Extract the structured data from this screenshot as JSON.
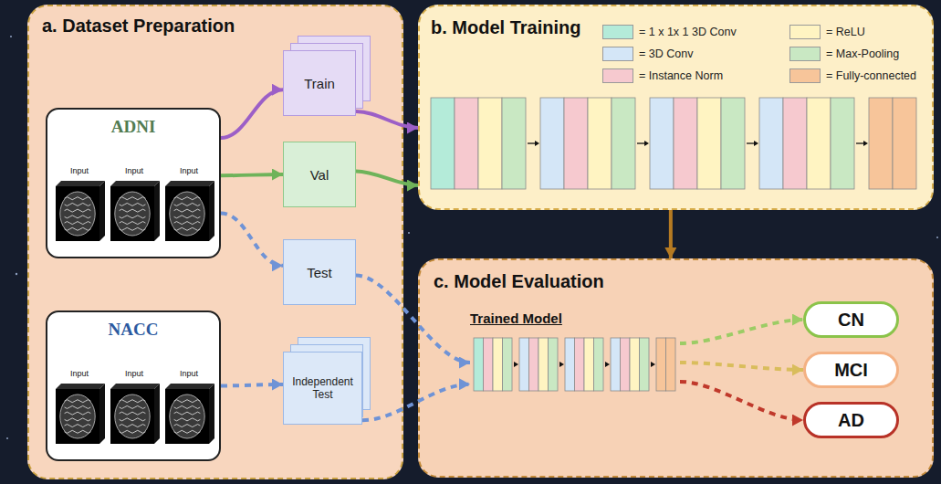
{
  "diagram": {
    "nodes": [
      {
        "text": [
          "a. Dataset Preparation"
        ]
      },
      {
        "text": [
          "ADNI",
          "Input",
          "Input",
          "Input"
        ],
        "in": 0
      },
      {
        "text": [
          "NACC",
          "Input",
          "Input",
          "Input"
        ],
        "in": 0
      },
      {
        "text": [
          "Train"
        ],
        "in": 0
      },
      {
        "text": [
          "Val"
        ],
        "in": 0
      },
      {
        "text": [
          "Test"
        ],
        "in": 0
      },
      {
        "text": [
          "Independent Test"
        ],
        "in": 0
      },
      {
        "text": [
          "b. Model Training"
        ]
      },
      {
        "text": [
          "c. Model Evaluation"
        ]
      },
      {
        "text": [
          "Trained Model"
        ],
        "in": 8
      },
      {
        "text": [
          "CN"
        ],
        "in": 8
      },
      {
        "text": [
          "MCI"
        ],
        "in": 8
      },
      {
        "text": [
          "AD"
        ],
        "in": 8
      }
    ],
    "edges": [
      {
        "from": 1,
        "to": 3,
        "arrow": "to"
      },
      {
        "from": 1,
        "to": 4,
        "arrow": "to"
      },
      {
        "from": 1,
        "to": 5,
        "arrow": "to"
      },
      {
        "from": 2,
        "to": 6,
        "arrow": "to"
      },
      {
        "from": 3,
        "to": 7,
        "arrow": "to"
      },
      {
        "from": 4,
        "to": 7,
        "arrow": "to"
      },
      {
        "from": 5,
        "to": 9,
        "arrow": "to"
      },
      {
        "from": 6,
        "to": 9,
        "arrow": "to"
      },
      {
        "from": 7,
        "to": 8,
        "arrow": "to"
      },
      {
        "from": 9,
        "to": 10,
        "arrow": "to"
      },
      {
        "from": 9,
        "to": 11,
        "arrow": "to"
      },
      {
        "from": 9,
        "to": 12,
        "arrow": "to"
      }
    ],
    "legend": [
      {
        "text": "= 1 x 1x 1 3D Conv",
        "color": "#b4ebd9"
      },
      {
        "text": "= ReLU",
        "color": "#fff4c2"
      },
      {
        "text": "= 3D Conv",
        "color": "#d4e6f7"
      },
      {
        "text": "= Max-Pooling",
        "color": "#c9e8c3"
      },
      {
        "text": "= Instance Norm",
        "color": "#f6c9cf"
      },
      {
        "text": "= Fully-connected",
        "color": "#f7c59a"
      }
    ]
  }
}
